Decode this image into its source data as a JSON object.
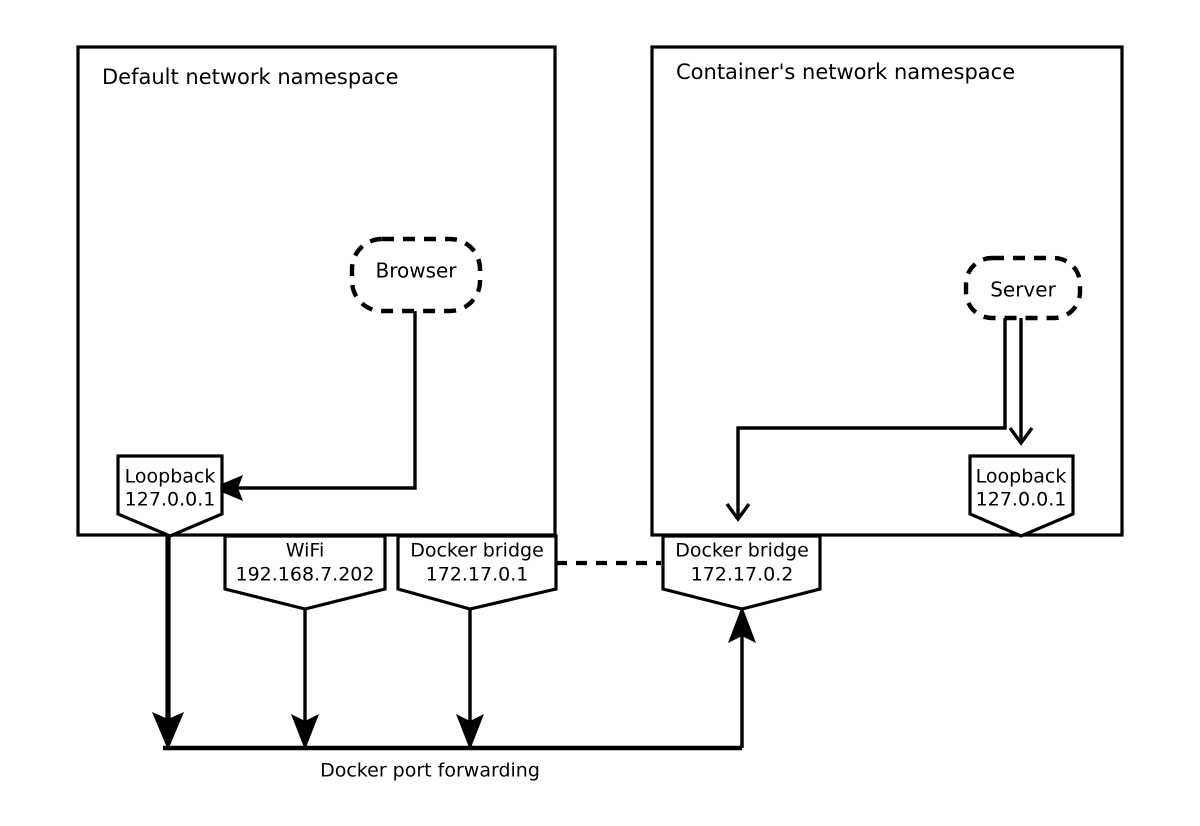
{
  "diagram": {
    "title_left": "Default network namespace",
    "title_right": "Container's network namespace",
    "bus_label": "Docker port forwarding",
    "colors": {
      "stroke": "#000000",
      "fill": "#ffffff",
      "background": "#ffffff"
    },
    "nodes": {
      "browser": {
        "label": "Browser",
        "style": "dashed-rounded"
      },
      "server": {
        "label": "Server",
        "style": "dashed-rounded"
      },
      "loopback_host": {
        "label": "Loopback",
        "address": "127.0.0.1",
        "style": "pentagon"
      },
      "loopback_container": {
        "label": "Loopback",
        "address": "127.0.0.1",
        "style": "pentagon"
      },
      "wifi": {
        "label": "WiFi",
        "address": "192.168.7.202",
        "style": "pentagon"
      },
      "docker_bridge_host": {
        "label": "Docker bridge",
        "address": "172.17.0.1",
        "style": "pentagon"
      },
      "docker_bridge_container": {
        "label": "Docker bridge",
        "address": "172.17.0.2",
        "style": "pentagon"
      }
    },
    "connections": [
      {
        "name": "browser-to-loopback",
        "style": "solid-arrow"
      },
      {
        "name": "server-to-loopback",
        "style": "solid-arrow"
      },
      {
        "name": "server-to-docker-bridge",
        "style": "solid-arrow"
      },
      {
        "name": "docker-bridge-host-to-container",
        "style": "dashed"
      },
      {
        "name": "loopback-host-to-bus",
        "style": "bold-arrow"
      },
      {
        "name": "wifi-to-bus",
        "style": "solid-arrow"
      },
      {
        "name": "docker-bridge-host-to-bus",
        "style": "solid-arrow"
      },
      {
        "name": "bus-to-docker-bridge-container",
        "style": "solid-arrow"
      }
    ]
  }
}
